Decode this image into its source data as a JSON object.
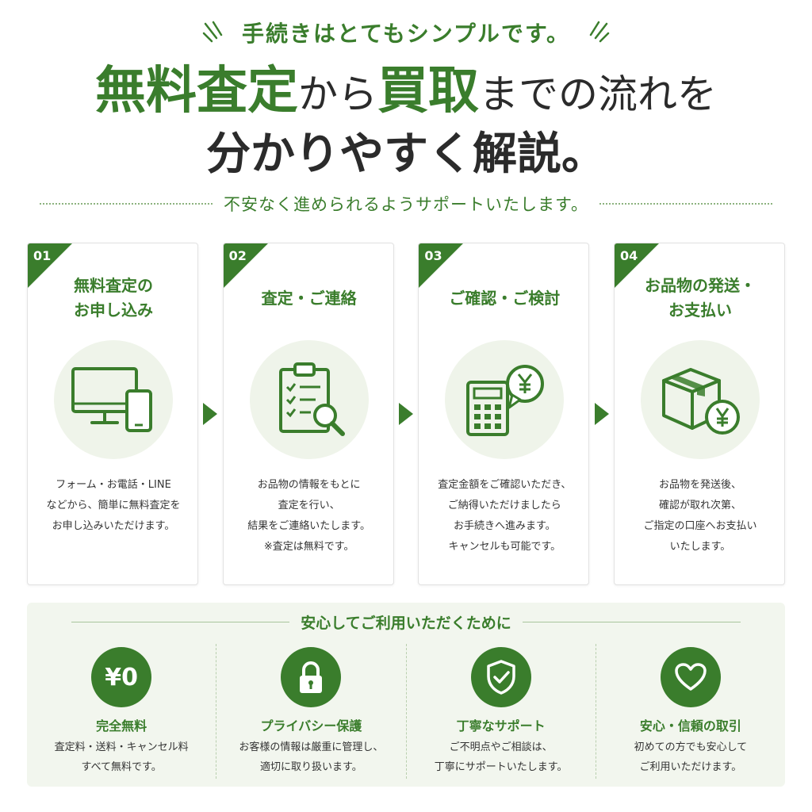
{
  "header": {
    "kicker": "手続きはとてもシンプルです。",
    "headline_line1": {
      "part1": "無料査定",
      "part2": "から",
      "part3": "買取",
      "part4": "までの流れを"
    },
    "headline_line2": "分かりやすく解説。",
    "subheading": "不安なく進められるようサポートいたします。"
  },
  "steps": [
    {
      "number": "01",
      "title": "無料査定の\nお申し込み",
      "icon": "computer-and-phone-icon",
      "description": "フォーム・お電話・LINE\nなどから、簡単に無料査定を\nお申し込みいただけます。"
    },
    {
      "number": "02",
      "title": "査定・ご連絡",
      "icon": "clipboard-checklist-icon",
      "description": "お品物の情報をもとに\n査定を行い、\n結果をご連絡いたします。\n※査定は無料です。"
    },
    {
      "number": "03",
      "title": "ご確認・ご検討",
      "icon": "calculator-yen-icon",
      "description": "査定金額をご確認いただき、\nご納得いただけましたら\nお手続きへ進みます。\nキャンセルも可能です。"
    },
    {
      "number": "04",
      "title": "お品物の発送・\nお支払い",
      "icon": "package-yen-icon",
      "description": "お品物を発送後、\n確認が取れ次第、\nご指定の口座へお支払い\nいたします。"
    }
  ],
  "assurance": {
    "title": "安心してご利用いただくために",
    "items": [
      {
        "icon_text": "¥0",
        "icon": "yen-zero-icon",
        "title": "完全無料",
        "description": "査定料・送料・キャンセル料\nすべて無料です。"
      },
      {
        "icon": "lock-icon",
        "title": "プライバシー保護",
        "description": "お客様の情報は厳重に管理し、\n適切に取り扱います。"
      },
      {
        "icon": "shield-check-icon",
        "title": "丁寧なサポート",
        "description": "ご不明点やご相談は、\n丁寧にサポートいたします。"
      },
      {
        "icon": "heart-icon",
        "title": "安心・信頼の取引",
        "description": "初めての方でも安心して\nご利用いただけます。"
      }
    ]
  },
  "colors": {
    "brand_green": "#3a7d2c",
    "light_green_bg": "#eff4ea",
    "panel_bg": "#f2f6ee"
  }
}
